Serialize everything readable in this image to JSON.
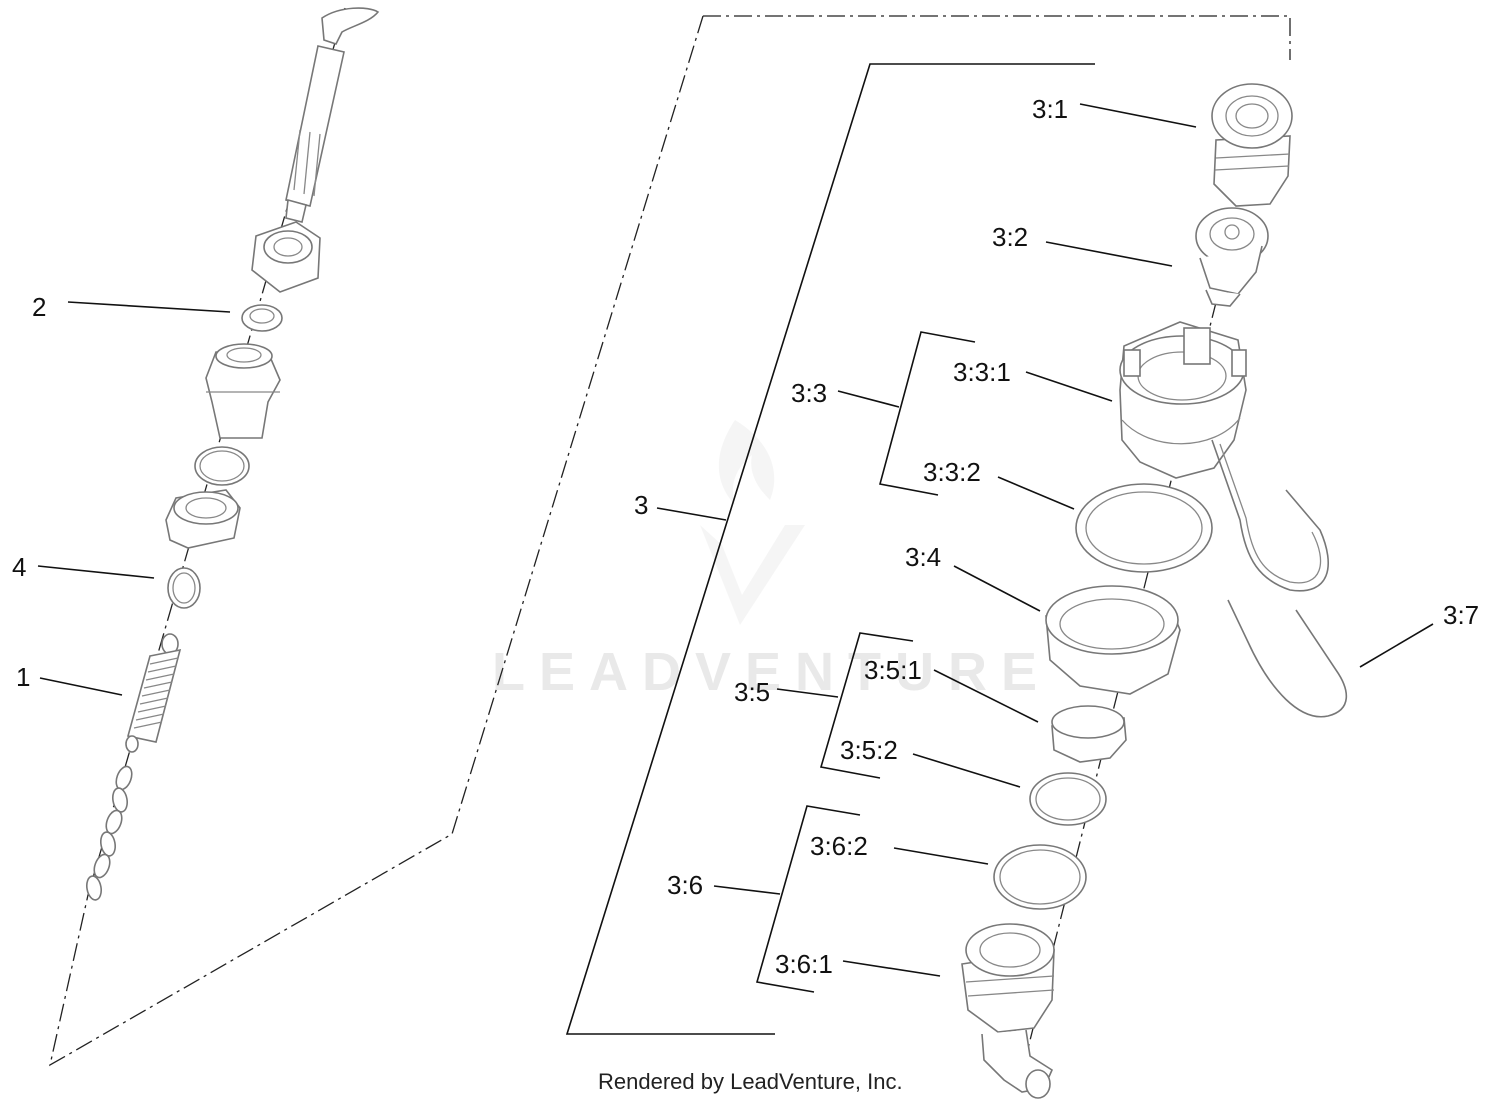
{
  "footer": "Rendered by LeadVenture, Inc.",
  "watermark": "LEADVENTURE",
  "callouts": {
    "c1": "1",
    "c2": "2",
    "c4": "4",
    "c3": "3",
    "c3_1": "3:1",
    "c3_2": "3:2",
    "c3_3": "3:3",
    "c3_3_1": "3:3:1",
    "c3_3_2": "3:3:2",
    "c3_4": "3:4",
    "c3_5": "3:5",
    "c3_5_1": "3:5:1",
    "c3_5_2": "3:5:2",
    "c3_6": "3:6",
    "c3_6_1": "3:6:1",
    "c3_6_2": "3:6:2",
    "c3_7": "3:7"
  }
}
